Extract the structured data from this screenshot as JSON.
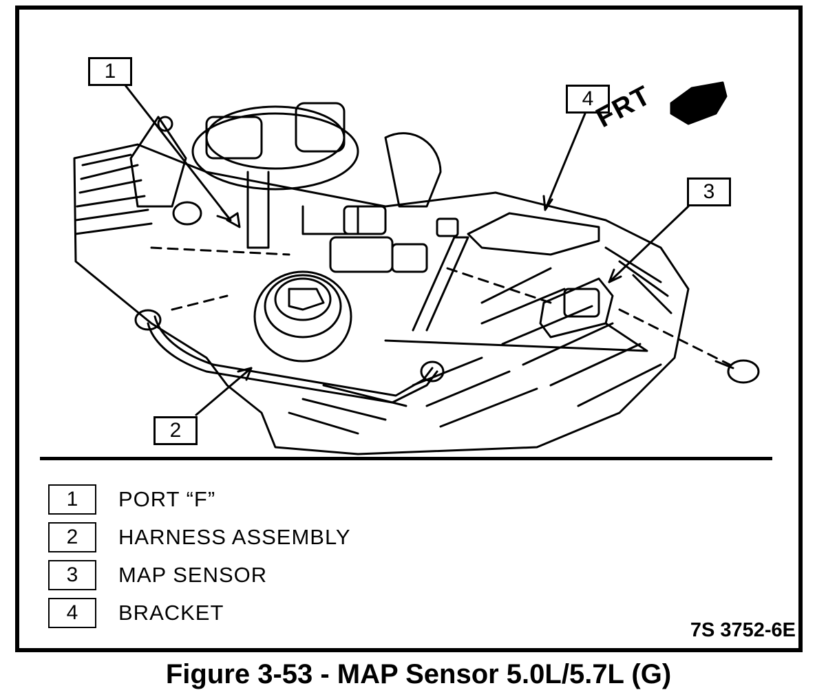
{
  "callouts": [
    "1",
    "2",
    "3",
    "4"
  ],
  "direction_label": "FRT",
  "legend": [
    {
      "number": "1",
      "text": "PORT “F”"
    },
    {
      "number": "2",
      "text": "HARNESS ASSEMBLY"
    },
    {
      "number": "3",
      "text": "MAP SENSOR"
    },
    {
      "number": "4",
      "text": "BRACKET"
    }
  ],
  "figure_code": "7S 3752-6E",
  "caption": "Figure 3-53 - MAP Sensor 5.0L/5.7L  (G)"
}
